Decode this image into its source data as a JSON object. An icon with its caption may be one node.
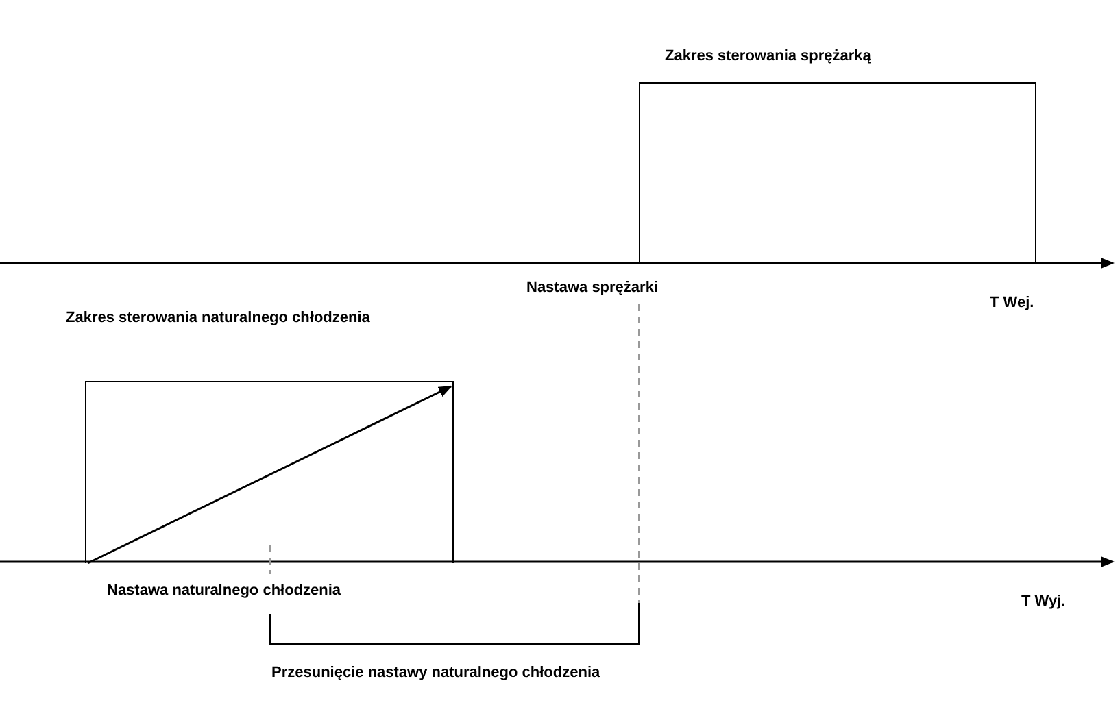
{
  "diagram": {
    "nodes": [
      {
        "text": [
          "Zakres sterowania sprężarką"
        ]
      },
      {
        "text": [
          "Zakres sterowania naturalnego chłodzenia"
        ]
      }
    ],
    "labels": [
      "Nastawa sprężarki",
      "T Wej.",
      "Nastawa naturalnego chłodzenia",
      "T Wyj.",
      "Przesunięcie nastawy naturalnego chłodzenia"
    ]
  }
}
